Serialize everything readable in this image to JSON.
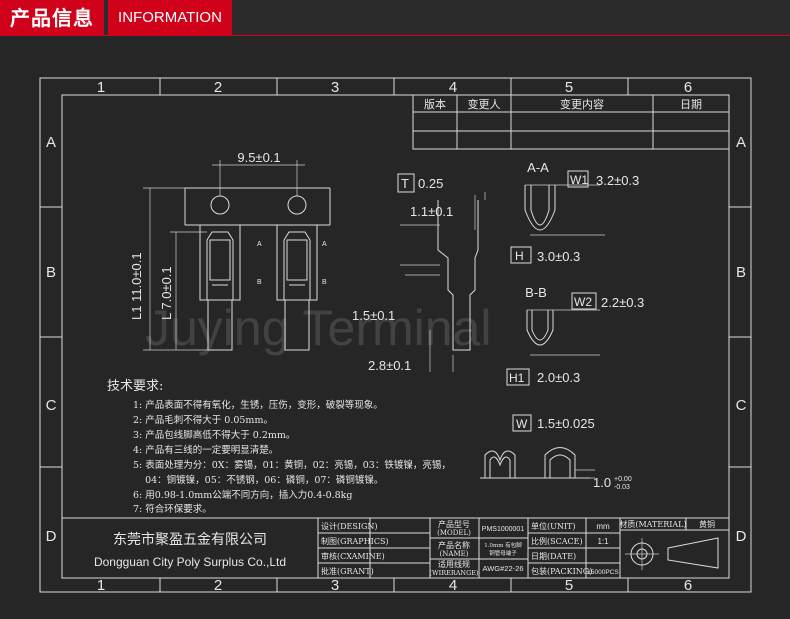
{
  "header": {
    "title_cn": "产品信息",
    "title_en": "INFORMATION"
  },
  "colors": {
    "accent": "#d0021b",
    "background": "#262626",
    "line": "#dcdcdc"
  },
  "grid": {
    "columns": [
      "1",
      "2",
      "3",
      "4",
      "5",
      "6"
    ],
    "rows": [
      "A",
      "B",
      "C",
      "D"
    ]
  },
  "revision_table": {
    "headers": [
      "版本",
      "变更人",
      "变更内容",
      "日期"
    ]
  },
  "dimensions": {
    "pitch": "9.5±0.1",
    "l1": "L1 11.0±0.1",
    "l2": "L 7.0±0.1",
    "t": "T",
    "t_val": "0.25",
    "d1": "1.1±0.1",
    "d2": "1.5±0.1",
    "d3": "2.8±0.1",
    "sec_aa": "A-A",
    "sec_bb": "B-B",
    "w1": "W1",
    "w1_val": "3.2±0.3",
    "h": "H",
    "h_val": "3.0±0.3",
    "w2": "W2",
    "w2_val": "2.2±0.3",
    "h1": "H1",
    "h1_val": "2.0±0.3",
    "w": "W",
    "w_val": "1.5±0.025",
    "thick": "1.0",
    "thick_tol_top": "+0.00",
    "thick_tol_bot": "-0.03",
    "arrow_a": "A",
    "arrow_b": "B"
  },
  "watermark": "Juying Terminal",
  "requirements": {
    "title": "技术要求:",
    "items": [
      "1: 产品表面不得有氧化，生锈，压伤，变形，破裂等现象。",
      "2: 产品毛刺不得大于 0.05mm。",
      "3: 产品包线脚高低不得大于 0.2mm。",
      "4: 产品有三线的一定要明显清楚。",
      "5: 表面处理为分：0X：雾锡，01：黄铜，02：亮锡，03：铁镀镍，亮锡，",
      "    04：铜镀镍，05：不锈钢，06：磷铜，07：磷铜镀镍。",
      "6: 用0.98-1.0mm公端不同方向，插入力0.4-0.8kg",
      "7: 符合环保要求。"
    ]
  },
  "title_block": {
    "company_cn": "东莞市聚盈五金有限公司",
    "company_en": "Dongguan City Poly Surplus Co.,Ltd",
    "design": "设计(DESIGN)",
    "graphics": "制图(GRAPHICS)",
    "examine": "审核(CXAMINE)",
    "grant": "批准(GRANT)",
    "model_label_cn": "产品型号",
    "model_label_en": "(MODEL)",
    "model_value": "PMS1000001",
    "name_label_cn": "产品名称",
    "name_label_en": "(NAME)",
    "name_value_1": "1.0mm 有包脚",
    "name_value_2": "铜管母端子",
    "wire_label_cn": "适用线规",
    "wire_label_en": "(WIRERANGE)",
    "wire_value": "AWG#22-26",
    "unit_label": "单位(UNIT)",
    "unit_value": "mm",
    "scale_label": "比例(SCACE)",
    "scale_value": "1:1",
    "date_label": "日期(DATE)",
    "packing_label": "包装(PACKING)",
    "packing_value": "15000PCS",
    "material_label": "材质(MATERIAL)",
    "material_value": "黄铜"
  }
}
